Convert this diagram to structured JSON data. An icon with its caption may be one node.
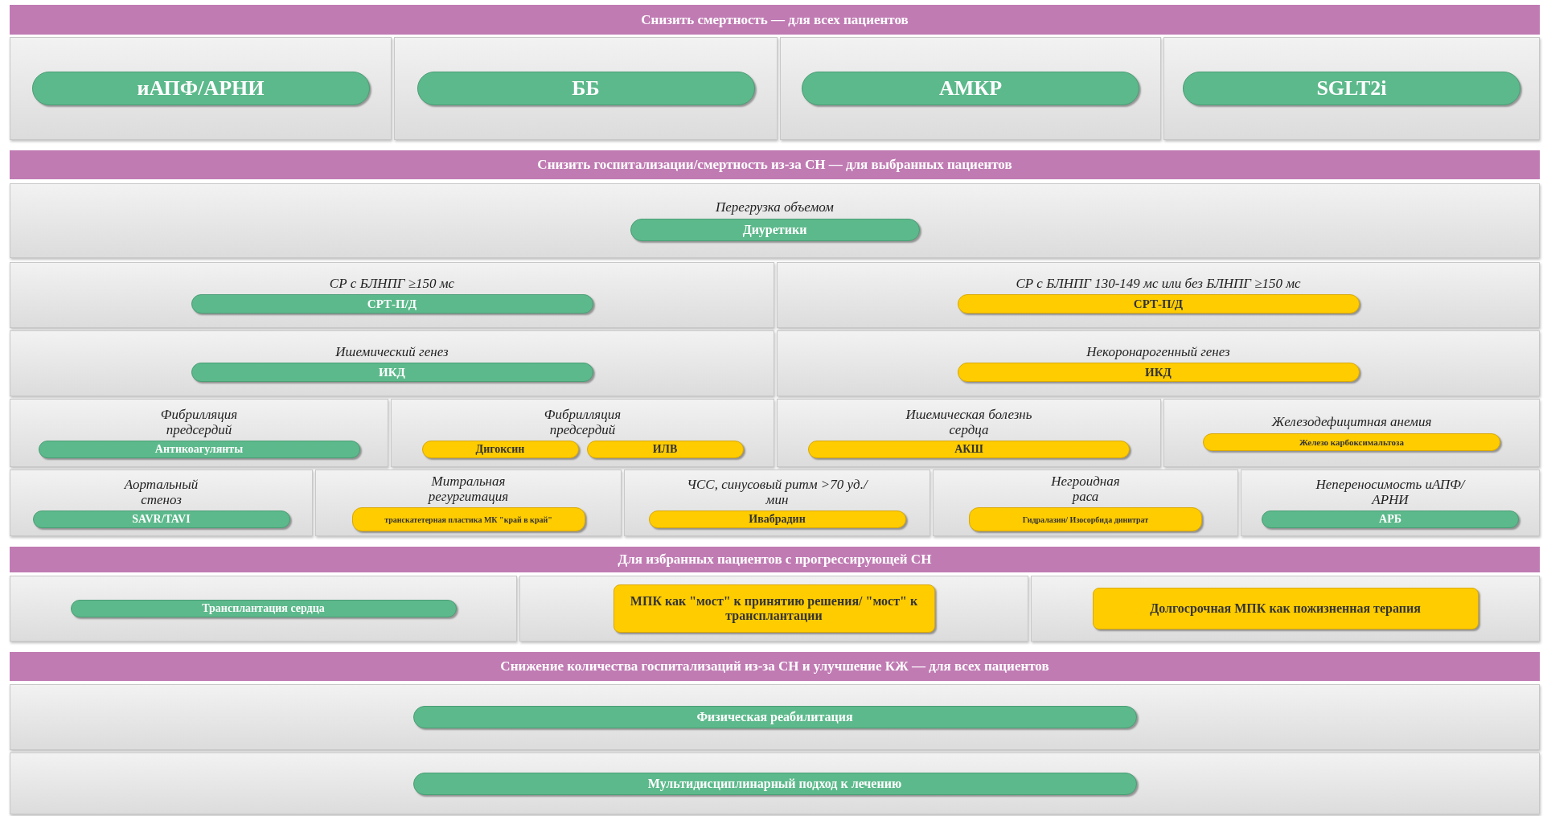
{
  "diagram": {
    "nodes": [
      {
        "text": [
          "Снизить смертность — для всех пациентов"
        ]
      },
      {
        "text": [],
        "shape": "box"
      },
      {
        "text": [
          "иАПФ/АРНИ"
        ],
        "in": 1
      },
      {
        "text": [],
        "shape": "box"
      },
      {
        "text": [
          "ББ"
        ],
        "in": 3
      },
      {
        "text": [],
        "shape": "box"
      },
      {
        "text": [
          "АМКР"
        ],
        "in": 5
      },
      {
        "text": [],
        "shape": "box"
      },
      {
        "text": [
          "SGLT2i"
        ],
        "in": 7
      },
      {
        "text": [
          "Снизить госпитализации/смертность из-за СН — для выбранных пациентов"
        ]
      },
      {
        "text": [
          "Перегрузка объемом"
        ]
      },
      {
        "text": [
          "Диуретики"
        ],
        "in": 10
      },
      {
        "text": [
          "СР с БЛНПГ ≥150 мс"
        ]
      },
      {
        "text": [
          "СРТ-П/Д"
        ],
        "in": 12
      },
      {
        "text": [
          "СР с БЛНПГ 130-149 мс или без БЛНПГ ≥150 мс"
        ]
      },
      {
        "text": [
          "СРТ-П/Д"
        ],
        "in": 14
      },
      {
        "text": [
          "Ишемический генез"
        ]
      },
      {
        "text": [
          "ИКД"
        ],
        "in": 16
      },
      {
        "text": [
          "Некоронарогенный генез"
        ]
      },
      {
        "text": [
          "ИКД"
        ],
        "in": 18
      },
      {
        "text": [
          "Фибрилляция предсердий"
        ]
      },
      {
        "text": [
          "Антикоагулянты"
        ],
        "in": 20
      },
      {
        "text": [
          "Фибрилляция предсердий"
        ]
      },
      {
        "text": [
          "Дигоксин"
        ],
        "in": 22
      },
      {
        "text": [
          "ИЛВ"
        ],
        "in": 22
      },
      {
        "text": [
          "Ишемическая болезнь сердца"
        ]
      },
      {
        "text": [
          "АКШ"
        ],
        "in": 25
      },
      {
        "text": [
          "Железодефицитная анемия"
        ]
      },
      {
        "text": [
          "Железо карбоксимальтоза"
        ],
        "in": 27
      },
      {
        "text": [
          "Аортальный стеноз"
        ]
      },
      {
        "text": [
          "SAVR/TAVI"
        ],
        "in": 29
      },
      {
        "text": [
          "Митральная регургитация"
        ]
      },
      {
        "text": [
          "транскатетерная пластика МК \"край в край\""
        ],
        "in": 31
      },
      {
        "text": [
          "ЧСС, синусовый ритм >70 уд./мин"
        ]
      },
      {
        "text": [
          "Ивабрадин"
        ],
        "in": 33
      },
      {
        "text": [
          "Негроидная раса"
        ]
      },
      {
        "text": [
          "Гидралазин/ Изосорбида динитрат"
        ],
        "in": 35
      },
      {
        "text": [
          "Непереносимость иАПФ/АРНИ"
        ]
      },
      {
        "text": [
          "АРБ"
        ],
        "in": 37
      },
      {
        "text": [
          "Для избранных пациентов с прогрессирующей СН"
        ]
      },
      {
        "text": [],
        "shape": "box"
      },
      {
        "text": [
          "Трансплантация сердца"
        ],
        "in": 40
      },
      {
        "text": [],
        "shape": "box"
      },
      {
        "text": [
          "МПК как \"мост\" к принятию решения/ \"мост\" к трансплантации"
        ],
        "in": 42
      },
      {
        "text": [],
        "shape": "box"
      },
      {
        "text": [
          "Долгосрочная МПК как пожизненная терапия"
        ],
        "in": 44
      },
      {
        "text": [
          "Снижение количества госпитализаций из-за СН и улучшение КЖ — для всех пациентов"
        ]
      },
      {
        "text": [],
        "shape": "box"
      },
      {
        "text": [
          "Физическая реабилитация"
        ],
        "in": 47
      },
      {
        "text": [],
        "shape": "box"
      },
      {
        "text": [
          "Мультидисциплинарный подход к лечению"
        ],
        "in": 49
      }
    ]
  }
}
